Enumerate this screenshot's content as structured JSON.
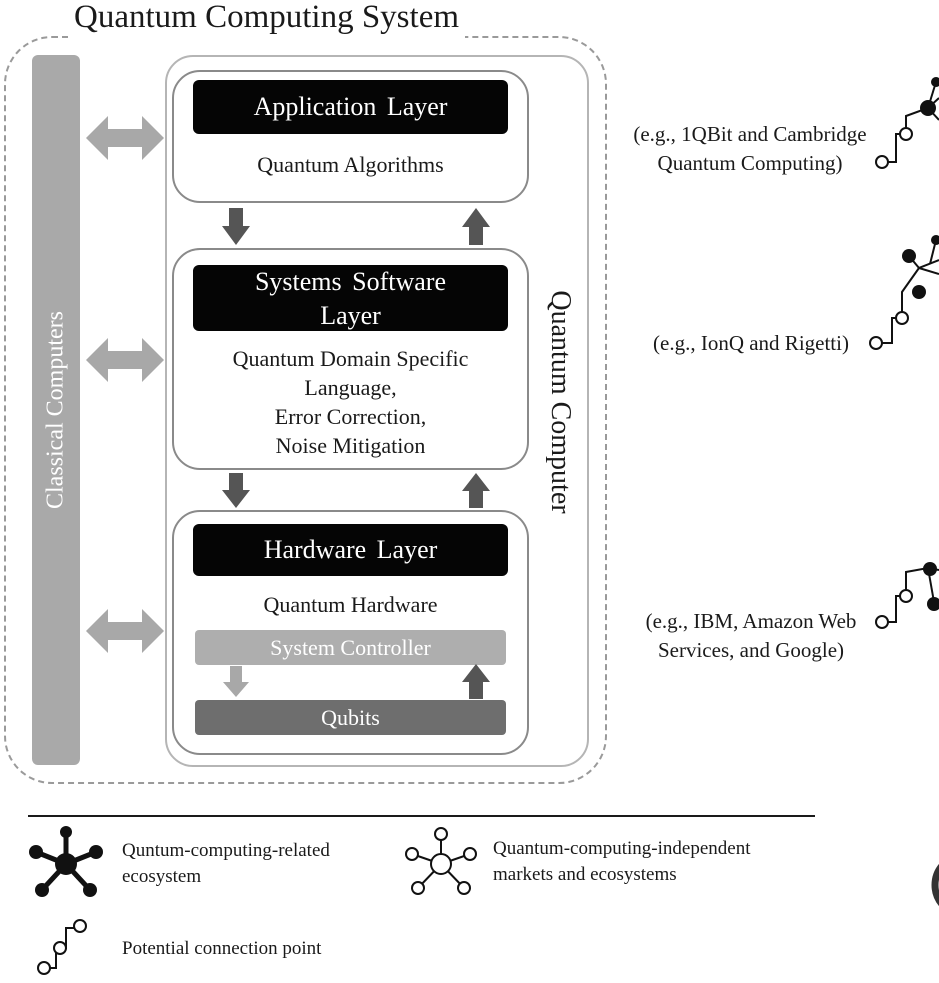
{
  "title": "Quantum Computing System",
  "classical_computers": "Classical Computers",
  "quantum_computer": "Quantum Computer",
  "layers": {
    "application": {
      "header": "Application Layer",
      "body": "Quantum Algorithms"
    },
    "systems_software": {
      "header_line1": "Systems Software",
      "header_line2": "Layer",
      "body_line1": "Quantum Domain Specific",
      "body_line2": "Language,",
      "body_line3": "Error Correction,",
      "body_line4": "Noise Mitigation"
    },
    "hardware": {
      "header": "Hardware Layer",
      "body": "Quantum Hardware",
      "system_controller": "System Controller",
      "qubits": "Qubits"
    }
  },
  "ecosystem_examples": {
    "application": {
      "line1": "(e.g., 1QBit and Cambridge",
      "line2": "Quantum Computing)"
    },
    "systems_software": {
      "line1": "(e.g., IonQ and Rigetti)"
    },
    "hardware": {
      "line1": "(e.g., IBM, Amazon Web",
      "line2": "Services, and Google)"
    }
  },
  "legend": {
    "related": {
      "line1": "Quntum-computing-related",
      "line2": "ecosystem"
    },
    "independent": {
      "line1": "Quantum-computing-independent",
      "line2": "markets and ecosystems"
    },
    "connection": {
      "line1": "Potential connection point"
    }
  },
  "colors": {
    "background": "#ffffff",
    "layer_header": "#050505",
    "classical_bar": "#a9a9a9",
    "arrow_gray": "#a8a8a8",
    "arrow_dark": "#555555",
    "qubits": "#6e6e6e"
  }
}
